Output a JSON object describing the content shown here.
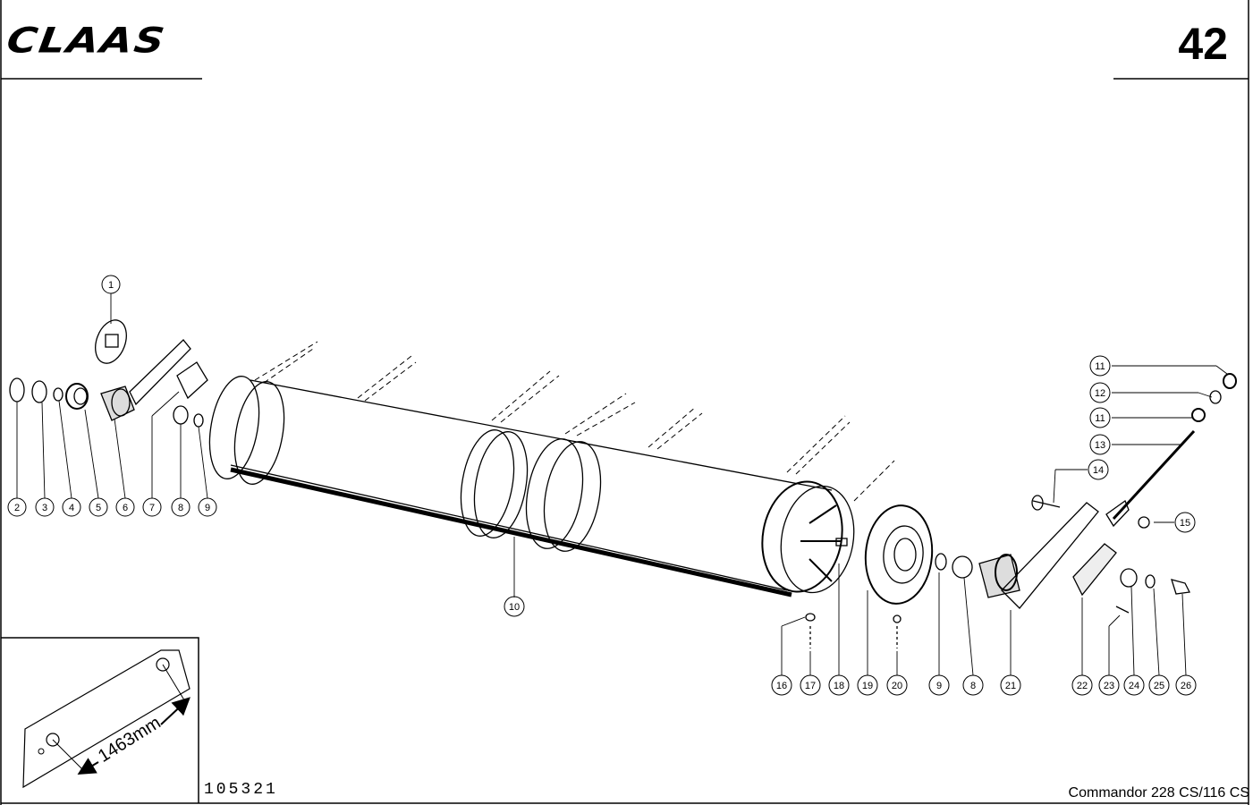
{
  "header": {
    "brand_logo": "CLAAS",
    "page_number": "42"
  },
  "footer": {
    "drawing_number": "105321",
    "model": "Commandor  228 CS/116 CS"
  },
  "inset": {
    "dimension_label": "1463mm"
  },
  "callouts": {
    "c1": "1",
    "bottom_left": [
      "2",
      "3",
      "4",
      "5",
      "6",
      "7",
      "8",
      "9"
    ],
    "c10": "10",
    "right_stack": [
      "11",
      "12",
      "11",
      "13",
      "14",
      "15"
    ],
    "bottom_right": [
      "16",
      "17",
      "18",
      "19",
      "20",
      "9",
      "8",
      "21",
      "22",
      "23",
      "24",
      "25",
      "26"
    ]
  }
}
